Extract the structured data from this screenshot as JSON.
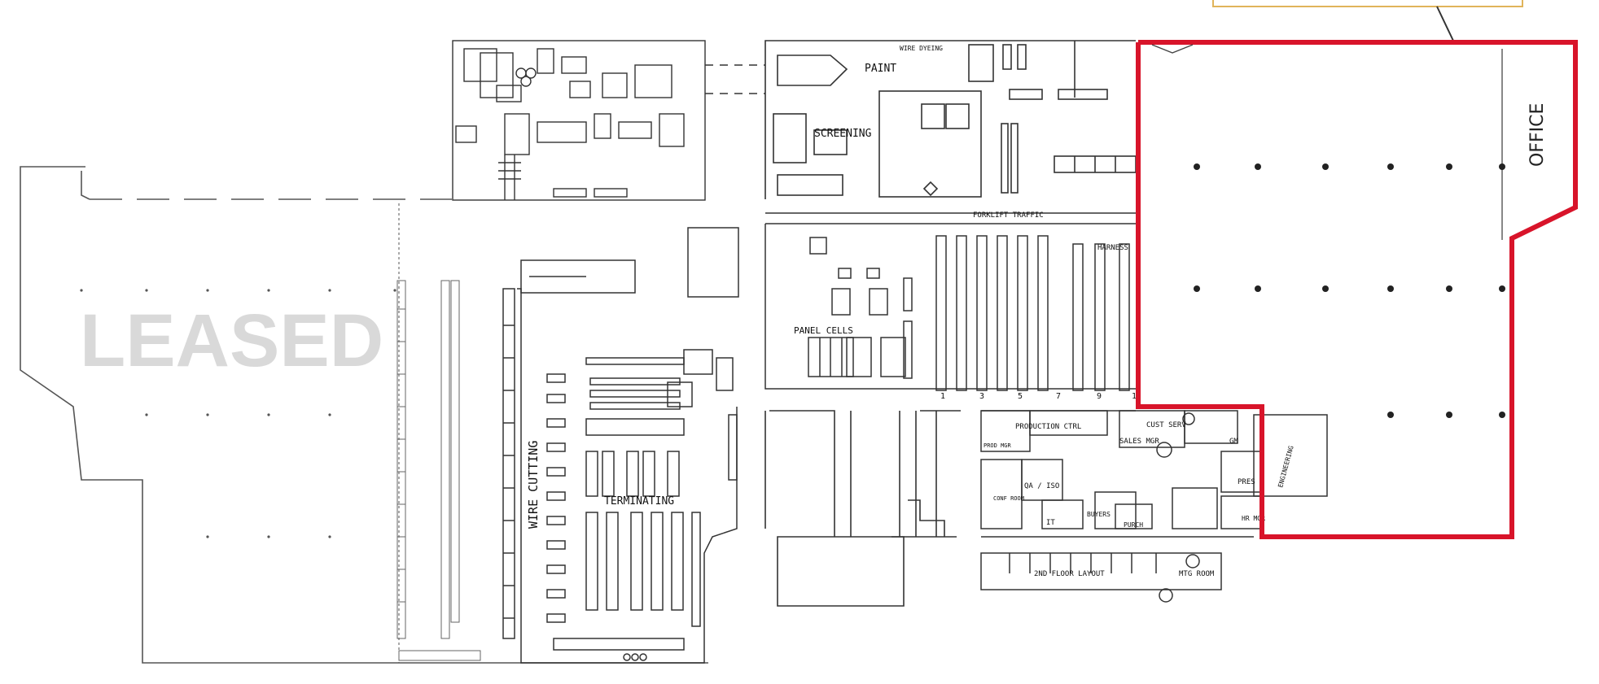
{
  "plan": {
    "leased_label": "LEASED",
    "office_label": "OFFICE",
    "areas": {
      "paint": "PAINT",
      "wire_dyeing": "WIRE DYEING",
      "screening": "SCREENING",
      "forklift": "FORKLIFT TRAFFIC",
      "panel_cells": "PANEL CELLS",
      "harness": "HARNESS",
      "wire_cutting": "WIRE CUTTING",
      "terminating": "TERMINATING",
      "production_ctrl": "PRODUCTION CTRL",
      "prod_mgr": "PROD MGR",
      "sales_mgr": "SALES MGR",
      "cust_serv": "CUST SERV",
      "gm": "GM",
      "engineering": "ENGINEERING",
      "conf_room": "CONF ROOM",
      "qa_iso": "QA / ISO",
      "it": "IT",
      "buyers": "BUYERS",
      "purch": "PURCH",
      "pres": "PRES",
      "hr_mgr": "HR MGR",
      "second_floor": "2ND FLOOR LAYOUT",
      "mtg_room": "MTG ROOM"
    },
    "row_numbers": [
      "1",
      "3",
      "5",
      "7",
      "9",
      "1"
    ],
    "highlight_color": "#d8142a",
    "callout_border_color": "#e0b45a"
  }
}
